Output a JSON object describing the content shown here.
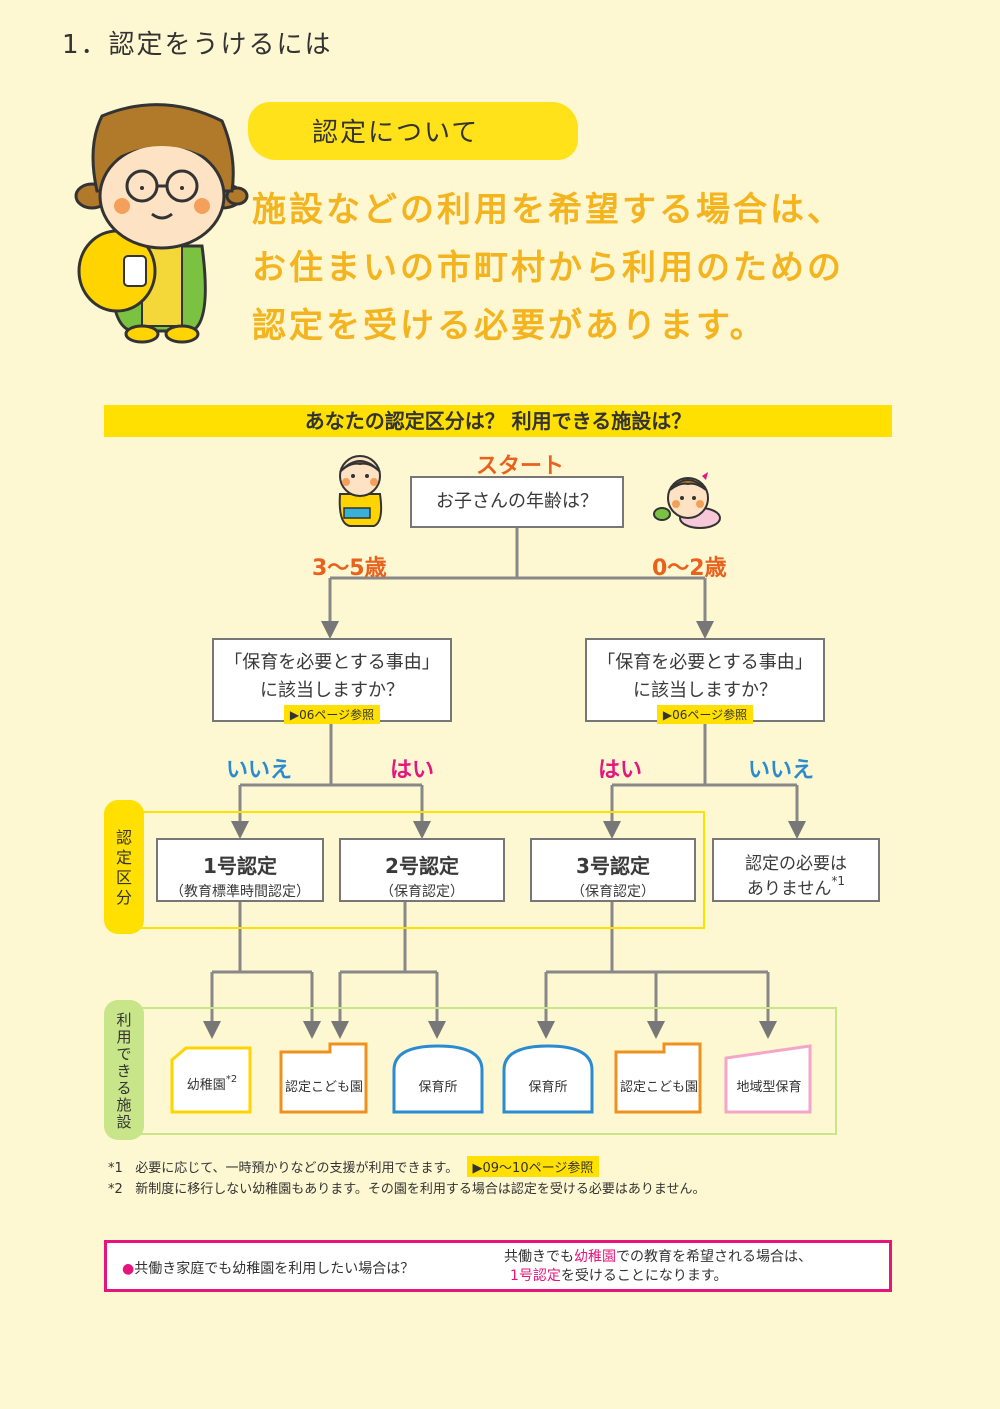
{
  "page": {
    "heading": "1．認定をうけるには",
    "banner": "認定について",
    "lead": [
      "施設などの利用を希望する場合は、",
      "お住まいの市町村から利用のための",
      "認定を受ける必要があります。"
    ]
  },
  "flowchart": {
    "title": "あなたの認定区分は？ 利用できる施設は？",
    "start": "スタート",
    "question_age": "お子さんの年齢は？",
    "age_older": "3〜5歳",
    "age_younger": "0〜2歳",
    "question_need_line1": "「保育を必要とする事由」",
    "question_need_line2": "に該当しますか？",
    "ref_need": "▶06ページ参照",
    "answer_no": "いいえ",
    "answer_yes": "はい",
    "category_label": [
      "認",
      "定",
      "区",
      "分"
    ],
    "facility_label": [
      "利",
      "用",
      "で",
      "き",
      "る",
      "施",
      "設"
    ],
    "cert1_title": "1号認定",
    "cert1_sub": "（教育標準時間認定）",
    "cert2_title": "2号認定",
    "cert2_sub": "（保育認定）",
    "cert3_title": "3号認定",
    "cert3_sub": "（保育認定）",
    "not_needed_line1": "認定の必要は",
    "not_needed_line2": "ありません",
    "not_needed_mark": "*1",
    "facilities": {
      "kindergarten": "幼稚園",
      "kindergarten_mark": "*2",
      "kodomoen": "認定こども園",
      "hoikusho": "保育所",
      "chiiki": "地域型保育"
    }
  },
  "notes": {
    "note1_mark": "*1",
    "note1_text": "必要に応じて、一時預かりなどの支援が利用できます。",
    "note1_ref": "▶09〜10ページ参照",
    "note2_mark": "*2",
    "note2_text": "新制度に移行しない幼稚園もあります。その園を利用する場合は認定を受ける必要はありません。"
  },
  "bottom": {
    "question": "共働き家庭でも幼稚園を利用したい場合は？",
    "answer_line1_a": "共働きでも",
    "answer_line1_b": "幼稚園",
    "answer_line1_c": "での教育を希望される場合は、",
    "answer_line2_a": "1号認定",
    "answer_line2_b": "を受けることになります。"
  },
  "colors": {
    "yellow": "#ffe000",
    "orange": "#e8621e",
    "blue": "#2a8bd0",
    "pink": "#e6157d",
    "lead_text": "#f4b41f"
  }
}
